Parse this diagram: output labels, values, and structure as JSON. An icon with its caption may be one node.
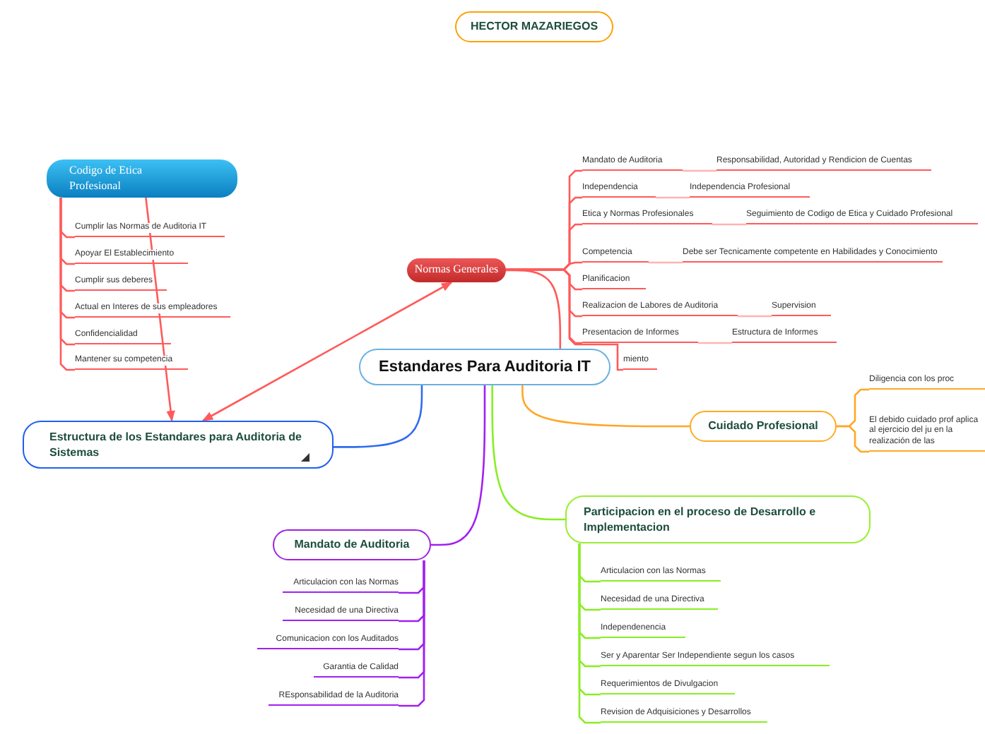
{
  "diagram": {
    "nodes": [
      {
        "text": [
          "HECTOR MAZARIEGOS"
        ]
      },
      {
        "text": [
          "Estandares Para Auditoria IT"
        ]
      },
      {
        "text": [
          "Normas Generales"
        ]
      },
      {
        "text": [
          "Mandato de Auditoria"
        ]
      },
      {
        "text": [
          "Responsabilidad, Autoridad y Rendicion de Cuentas"
        ]
      },
      {
        "text": [
          "Independencia"
        ]
      },
      {
        "text": [
          "Independencia Profesional"
        ]
      },
      {
        "text": [
          "Etica y Normas Profesionales"
        ]
      },
      {
        "text": [
          "Seguimiento de Codigo de Etica y Cuidado Profesional"
        ]
      },
      {
        "text": [
          "Competencia"
        ]
      },
      {
        "text": [
          "Debe ser Tecnicamente competente en Habilidades y Conocimiento"
        ]
      },
      {
        "text": [
          "Planificacion"
        ]
      },
      {
        "text": [
          "Realizacion de Labores de Auditoria"
        ]
      },
      {
        "text": [
          "Supervision"
        ]
      },
      {
        "text": [
          "Presentacion de Informes"
        ]
      },
      {
        "text": [
          "Estructura de Informes"
        ]
      },
      {
        "text": [
          "miento"
        ]
      },
      {
        "text": [
          "Codigo de Etica Profesional"
        ]
      },
      {
        "text": [
          "Cumplir las Normas de Auditoria IT"
        ]
      },
      {
        "text": [
          "Apoyar El Establecimiento"
        ]
      },
      {
        "text": [
          "Cumplir sus deberes"
        ]
      },
      {
        "text": [
          "Actual en Interes de sus empleadores"
        ]
      },
      {
        "text": [
          "Confidencialidad"
        ]
      },
      {
        "text": [
          "Mantener su competencia"
        ]
      },
      {
        "text": [
          "Estructura de los Estandares para Auditoria de Sistemas"
        ]
      },
      {
        "text": [
          "Cuidado Profesional"
        ]
      },
      {
        "text": [
          "Diligencia con los proc"
        ]
      },
      {
        "text": [
          "El debido cuidado prof aplica al ejercicio del ju en la realización de las"
        ]
      },
      {
        "text": [
          "Mandato de Auditoria"
        ]
      },
      {
        "text": [
          "Articulacion con las Normas"
        ]
      },
      {
        "text": [
          "Necesidad de una Directiva"
        ]
      },
      {
        "text": [
          "Comunicacion con los Auditados"
        ]
      },
      {
        "text": [
          "Garantia de Calidad"
        ]
      },
      {
        "text": [
          "REsponsabilidad de la Auditoria"
        ]
      },
      {
        "text": [
          "Participacion en el proceso de Desarrollo e Implementacion"
        ]
      },
      {
        "text": [
          "Articulacion con las Normas"
        ]
      },
      {
        "text": [
          "Necesidad de una Directiva"
        ]
      },
      {
        "text": [
          "Independenencia"
        ]
      },
      {
        "text": [
          "Ser y Aparentar Ser Independiente segun los casos"
        ]
      },
      {
        "text": [
          "Requerimientos de Divulgacion"
        ]
      },
      {
        "text": [
          "Revision de Adquisiciones y Desarrollos"
        ]
      }
    ],
    "edges": [
      {
        "from": 1,
        "to": 2,
        "arrow": "none"
      },
      {
        "from": 2,
        "to": 3,
        "arrow": "none"
      },
      {
        "from": 2,
        "to": 5,
        "arrow": "none"
      },
      {
        "from": 2,
        "to": 7,
        "arrow": "none"
      },
      {
        "from": 2,
        "to": 9,
        "arrow": "none"
      },
      {
        "from": 2,
        "to": 11,
        "arrow": "none"
      },
      {
        "from": 2,
        "to": 12,
        "arrow": "none"
      },
      {
        "from": 2,
        "to": 14,
        "arrow": "none"
      },
      {
        "from": 2,
        "to": 16,
        "arrow": "none"
      },
      {
        "from": 3,
        "to": 4,
        "arrow": "none",
        "color": "#ffb3b3"
      },
      {
        "from": 5,
        "to": 6,
        "arrow": "none",
        "color": "#ffb3b3"
      },
      {
        "from": 7,
        "to": 8,
        "arrow": "none",
        "color": "#ffb3b3"
      },
      {
        "from": 9,
        "to": 10,
        "arrow": "none",
        "color": "#ffb3b3"
      },
      {
        "from": 12,
        "to": 13,
        "arrow": "none",
        "color": "#ffb3b3"
      },
      {
        "from": 14,
        "to": 15,
        "arrow": "none",
        "color": "#ffb3b3"
      },
      {
        "from": 17,
        "to": 18,
        "arrow": "none"
      },
      {
        "from": 17,
        "to": 19,
        "arrow": "none"
      },
      {
        "from": 17,
        "to": 20,
        "arrow": "none"
      },
      {
        "from": 17,
        "to": 21,
        "arrow": "none"
      },
      {
        "from": 17,
        "to": 22,
        "arrow": "none"
      },
      {
        "from": 17,
        "to": 23,
        "arrow": "none"
      },
      {
        "from": 17,
        "to": 24,
        "arrow": "to"
      },
      {
        "from": 24,
        "to": 2,
        "arrow": "both"
      },
      {
        "from": 1,
        "to": 24,
        "arrow": "none",
        "color": "#2f6bf0"
      },
      {
        "from": 1,
        "to": 25,
        "arrow": "none",
        "color": "#ffa726"
      },
      {
        "from": 25,
        "to": 26,
        "arrow": "none",
        "color": "#ffa726"
      },
      {
        "from": 25,
        "to": 27,
        "arrow": "none",
        "color": "#ffa726"
      },
      {
        "from": 1,
        "to": 28,
        "arrow": "none",
        "color": "#a020f0"
      },
      {
        "from": 28,
        "to": 29,
        "arrow": "none",
        "color": "#a020f0"
      },
      {
        "from": 28,
        "to": 30,
        "arrow": "none",
        "color": "#a020f0"
      },
      {
        "from": 28,
        "to": 31,
        "arrow": "none",
        "color": "#a020f0"
      },
      {
        "from": 28,
        "to": 32,
        "arrow": "none",
        "color": "#a020f0"
      },
      {
        "from": 28,
        "to": 33,
        "arrow": "none",
        "color": "#a020f0"
      },
      {
        "from": 1,
        "to": 34,
        "arrow": "none",
        "color": "#88ee22"
      },
      {
        "from": 34,
        "to": 35,
        "arrow": "none",
        "color": "#88ee22"
      },
      {
        "from": 34,
        "to": 36,
        "arrow": "none",
        "color": "#88ee22"
      },
      {
        "from": 34,
        "to": 37,
        "arrow": "none",
        "color": "#88ee22"
      },
      {
        "from": 34,
        "to": 38,
        "arrow": "none",
        "color": "#88ee22"
      },
      {
        "from": 34,
        "to": 39,
        "arrow": "none",
        "color": "#88ee22"
      },
      {
        "from": 34,
        "to": 40,
        "arrow": "none",
        "color": "#88ee22"
      }
    ]
  }
}
